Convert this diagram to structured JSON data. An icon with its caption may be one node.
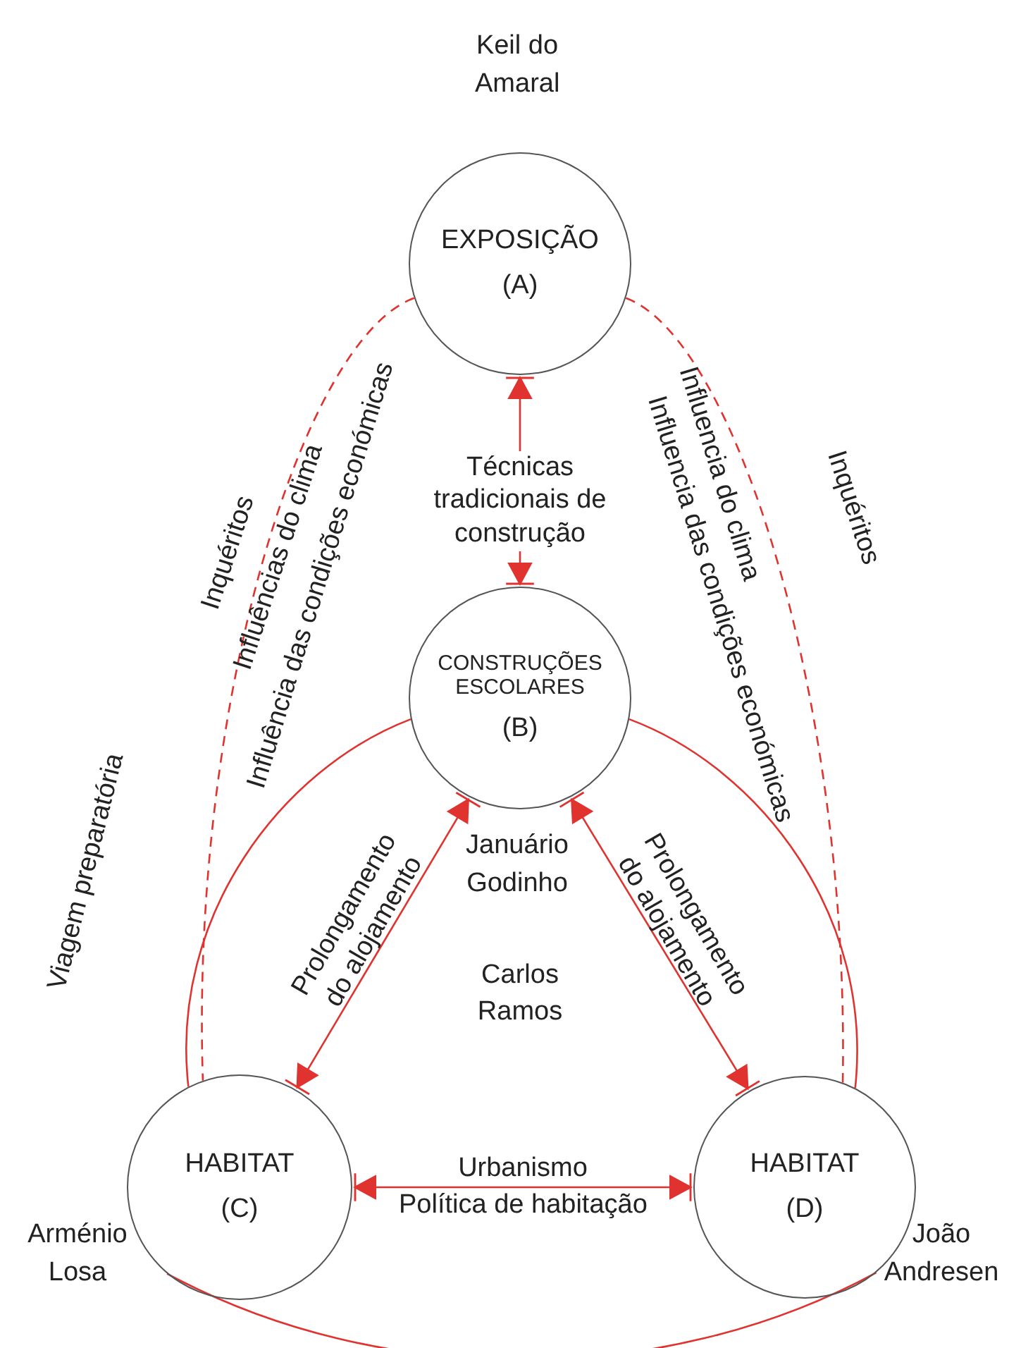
{
  "diagram": {
    "nodes": [
      {
        "text": [
          "EXPOSIÇÃO",
          "(A)"
        ],
        "beside": [
          "Keil do Amaral"
        ]
      },
      {
        "text": [
          "CONSTRUÇÕES ESCOLARES",
          "(B)"
        ],
        "beside": [
          "Januário Godinho"
        ]
      },
      {
        "text": [
          "HABITAT",
          "(C)"
        ],
        "beside": [
          "Arménio Losa"
        ]
      },
      {
        "text": [
          "HABITAT",
          "(D)"
        ],
        "beside": [
          "João Andresen"
        ]
      }
    ],
    "edges": [
      {
        "from": 1,
        "to": 0,
        "arrow": "both",
        "label": "Técnicas tradicionais de construção"
      },
      {
        "from": 1,
        "to": 2,
        "arrow": "both",
        "label": "Prolongamento do alojamento"
      },
      {
        "from": 1,
        "to": 3,
        "arrow": "both",
        "label": "Prolongamento do alojamento"
      },
      {
        "from": 2,
        "to": 3,
        "arrow": "both",
        "label": "Urbanismo"
      },
      {
        "from": 0,
        "to": 2,
        "arrow": "none",
        "style": "dashed"
      },
      {
        "from": 0,
        "to": 3,
        "arrow": "none",
        "style": "dashed"
      },
      {
        "from": 1,
        "to": 2,
        "arrow": "none"
      },
      {
        "from": 1,
        "to": 3,
        "arrow": "none"
      },
      {
        "from": 2,
        "to": 3,
        "arrow": "none"
      }
    ],
    "labels": [
      "Inquéritos",
      "Influências do clima",
      "Influência das condições económicas",
      "Influencia do clima",
      "Influencia das condições económicas",
      "Inquéritos",
      "Viagem preparatória",
      "Carlos Ramos",
      "Política de habitação"
    ]
  }
}
